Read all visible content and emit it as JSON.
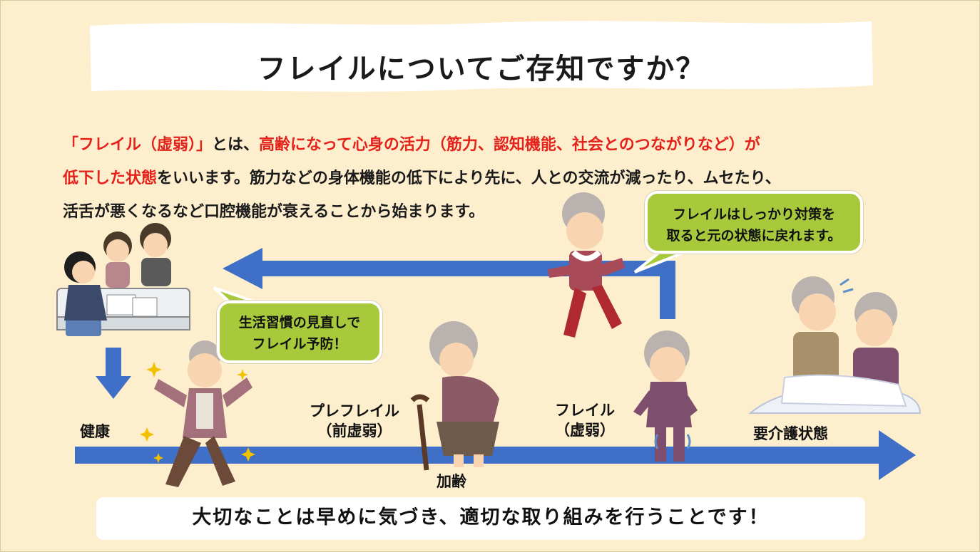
{
  "title": "フレイルについてご存知ですか？",
  "intro": {
    "line1": [
      {
        "text": "「フレイル（虚弱）」",
        "style": "red"
      },
      {
        "text": "とは、",
        "style": "normal"
      },
      {
        "text": "高齢になって心身の活力（筋力、認知機能、社会とのつながりなど）が",
        "style": "red"
      }
    ],
    "line2": [
      {
        "text": "低下した状態",
        "style": "red"
      },
      {
        "text": "をいいます。筋力などの身体機能の低下により先に、人との交流が減ったり、ムセたり、",
        "style": "normal"
      }
    ],
    "line3": "活舌が悪くなるなど口腔機能が衰えることから始まります。"
  },
  "bubbles": {
    "recover": [
      "フレイルはしっかり対策を",
      "取ると元の状態に戻れます。"
    ],
    "habit": [
      "生活習慣の見直しで",
      "フレイル予防！"
    ]
  },
  "labels": {
    "health": "健康",
    "prefrailty": [
      "プレフレイル",
      "（前虚弱）"
    ],
    "frailty": [
      "フレイル",
      "（虚弱）"
    ],
    "care": "要介護状態",
    "aging": "加齢"
  },
  "bottom_message": "大切なことは早めに気づき、適切な取り組みを行うことです！",
  "colors": {
    "background": "#fdefcd",
    "arrow": "#3f6fc6",
    "bubble": "#a8c93b",
    "highlight": "#e4211a"
  },
  "icons": [
    "main-timeline-arrow",
    "return-arrow",
    "down-arrow",
    "sparkle-icon"
  ]
}
